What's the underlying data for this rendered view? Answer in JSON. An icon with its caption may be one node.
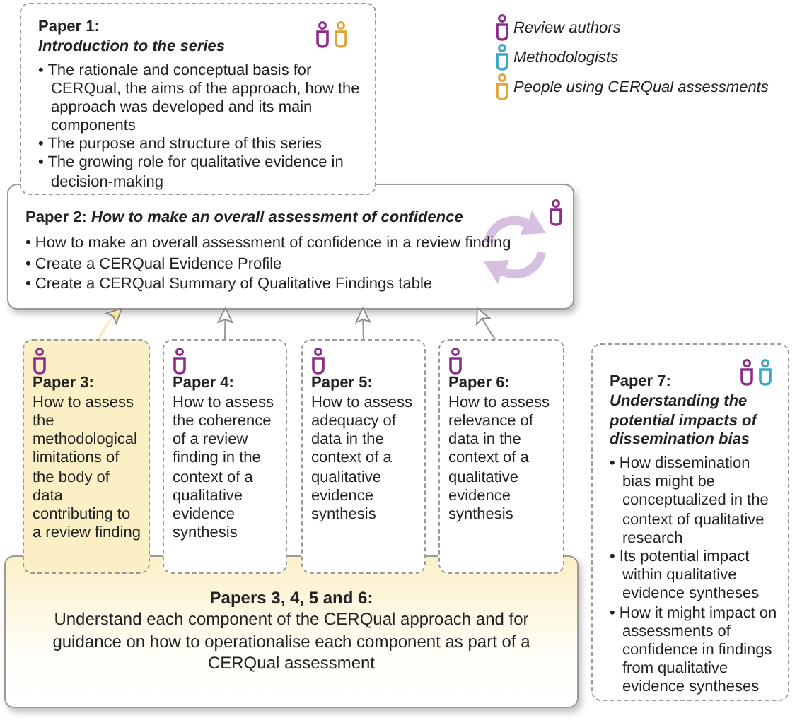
{
  "diagram": {
    "nodes": [
      {
        "text": [
          "Paper 1:",
          "Introduction to the series",
          "• The rationale and conceptual basis for CERQual, the aims of the approach, how the approach was developed and its main components",
          "• The purpose and structure of this series",
          "• The growing role for qualitative evidence in decision-making"
        ]
      },
      {
        "text": [
          "Paper 2: *How to make an overall assessment of confidence*",
          "• How to make an overall assessment of confidence in a review finding",
          "• Create a CERQual Evidence Profile",
          "• Create a CERQual Summary of Qualitative Findings table"
        ]
      },
      {
        "text": [
          "Paper 3:",
          "How to assess the methodological limitations of the body of data contributing to a review finding"
        ]
      },
      {
        "text": [
          "Paper 4:",
          "How to assess the coherence of a review finding in the context of a qualitative evidence synthesis"
        ]
      },
      {
        "text": [
          "Paper 5:",
          "How to assess adequacy of data in the context of a qualitative evidence synthesis"
        ]
      },
      {
        "text": [
          "Paper 6:",
          "How to assess relevance of data in the context of a qualitative evidence synthesis"
        ]
      },
      {
        "text": [
          "Paper 7:",
          "Understanding the potential impacts of dissemination bias",
          "• How dissemination bias might be conceptualized in the context of qualitative research",
          "• Its potential impact within qualitative evidence syntheses",
          "• How it might impact on assessments of confidence in findings from qualitative evidence syntheses"
        ]
      },
      {
        "text": [
          "Papers 3, 4, 5 and 6:",
          "Understand each component of the CERQual approach and for guidance on how to operationalise each component as part of a CERQual assessment"
        ]
      }
    ],
    "edges": [
      {
        "from": 2,
        "to": 1,
        "arrow": "to",
        "color": "#f6e3a0"
      },
      {
        "from": 3,
        "to": 1,
        "arrow": "to"
      },
      {
        "from": 4,
        "to": 1,
        "arrow": "to"
      },
      {
        "from": 5,
        "to": 1,
        "arrow": "to"
      }
    ],
    "legend": [
      {
        "text": "Review authors"
      },
      {
        "text": "Methodologists"
      },
      {
        "text": "People using CERQual assessments"
      }
    ]
  }
}
